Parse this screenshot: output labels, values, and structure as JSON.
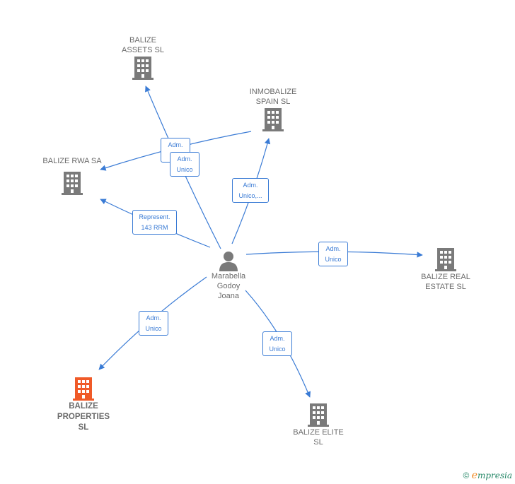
{
  "nodes": {
    "balize_assets": {
      "line1": "BALIZE",
      "line2": "ASSETS  SL"
    },
    "inmobalize_spain": {
      "line1": "INMOBALIZE",
      "line2": "SPAIN  SL"
    },
    "balize_rwa": {
      "line1": "BALIZE RWA SA"
    },
    "balize_real_estate": {
      "line1": "BALIZE REAL",
      "line2": "ESTATE  SL"
    },
    "balize_properties": {
      "line1": "BALIZE",
      "line2": "PROPERTIES",
      "line3": "SL"
    },
    "balize_elite": {
      "line1": "BALIZE ELITE",
      "line2": "SL"
    },
    "person": {
      "line1": "Marabella",
      "line2": "Godoy",
      "line3": "Joana"
    }
  },
  "edges": {
    "assets_a": {
      "line1": "Adm.",
      "line2": "U..."
    },
    "assets_b": {
      "line1": "Adm.",
      "line2": "Unico"
    },
    "inmobalize": {
      "line1": "Adm.",
      "line2": "Unico,..."
    },
    "rwa": {
      "line1": "Represent.",
      "line2": "143 RRM"
    },
    "real_estate": {
      "line1": "Adm.",
      "line2": "Unico"
    },
    "properties": {
      "line1": "Adm.",
      "line2": "Unico"
    },
    "elite": {
      "line1": "Adm.",
      "line2": "Unico"
    }
  },
  "footer": {
    "copyright": "©",
    "brand_initial": "e",
    "brand_rest": "mpresia"
  },
  "colors": {
    "edge": "#3a7bd5",
    "company": "#7a7a7a",
    "highlight": "#f05a28",
    "person": "#7a7a7a"
  },
  "icons": {
    "company": "building-icon",
    "person": "person-icon"
  }
}
